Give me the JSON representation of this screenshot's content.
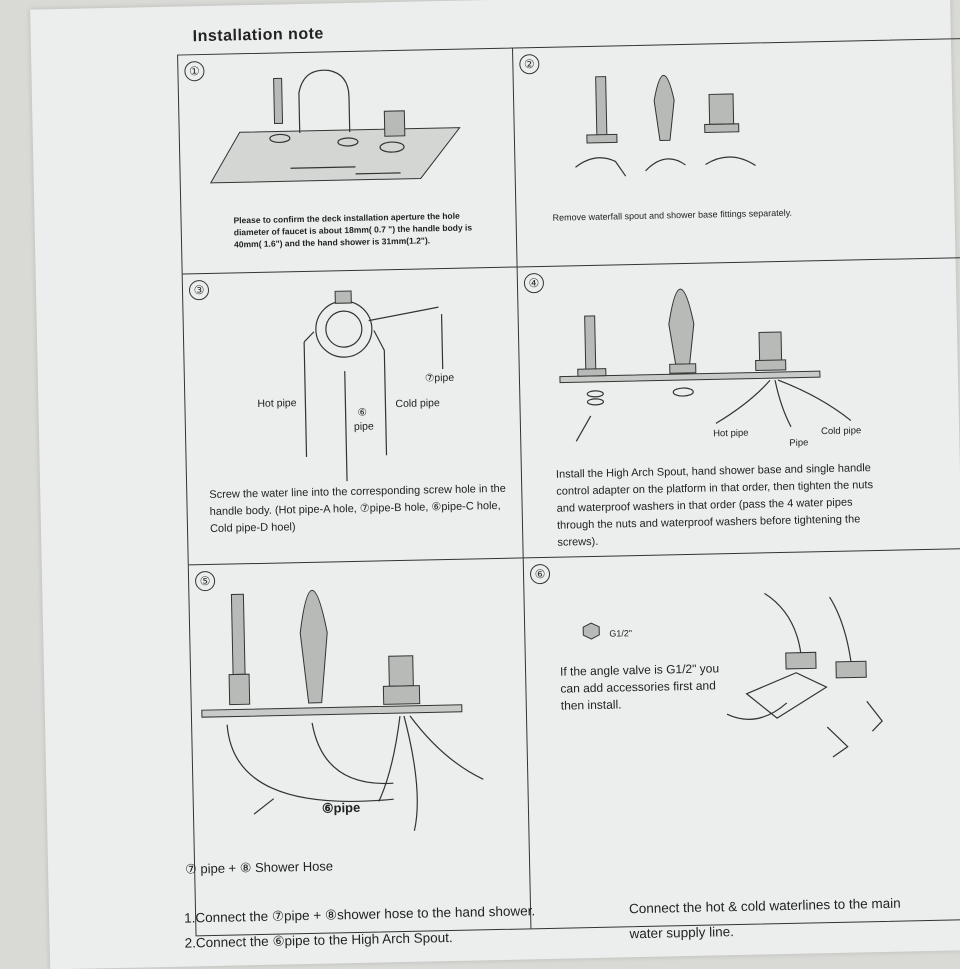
{
  "title": "Installation note",
  "steps": [
    {
      "num": "①",
      "text": "Please to confirm the deck installation aperture the hole diameter of faucet is about 18mm( 0.7 \") the handle body is 40mm( 1.6\") and the hand shower is 31mm(1.2\")."
    },
    {
      "num": "②",
      "text": "Remove waterfall spout and shower base fittings separately."
    },
    {
      "num": "③",
      "text": "Screw the water line into the corresponding screw hole in the handle body. (Hot pipe-A hole, ⑦pipe-B hole, ⑥pipe-C hole, Cold pipe-D hoel)",
      "labels": {
        "pipe7": "⑦pipe",
        "hot": "Hot pipe",
        "cold": "Cold pipe",
        "pipe6_num": "⑥",
        "pipe6": "pipe"
      }
    },
    {
      "num": "④",
      "text": "Install the High Arch Spout, hand shower base and single handle control adapter on the platform in that order, then tighten the nuts and waterproof washers in that order (pass the 4 water pipes through the nuts and waterproof washers before tightening the screws).",
      "labels": {
        "hot": "Hot pipe",
        "pipe": "Pipe",
        "cold": "Cold pipe"
      }
    },
    {
      "num": "⑤",
      "text_line1": "1.Connect the ⑦pipe + ⑧shower hose to the hand shower.",
      "text_line2": "2.Connect the ⑥pipe to the High Arch Spout.",
      "labels": {
        "pipe6": "⑥pipe",
        "hose": "⑦ pipe + ⑧ Shower Hose"
      }
    },
    {
      "num": "⑥",
      "text": "If the angle valve is G1/2\" you can add accessories first and then install.",
      "bottom_text": "Connect the hot & cold waterlines to the main water supply line.",
      "labels": {
        "g12": "G1/2\""
      }
    }
  ]
}
